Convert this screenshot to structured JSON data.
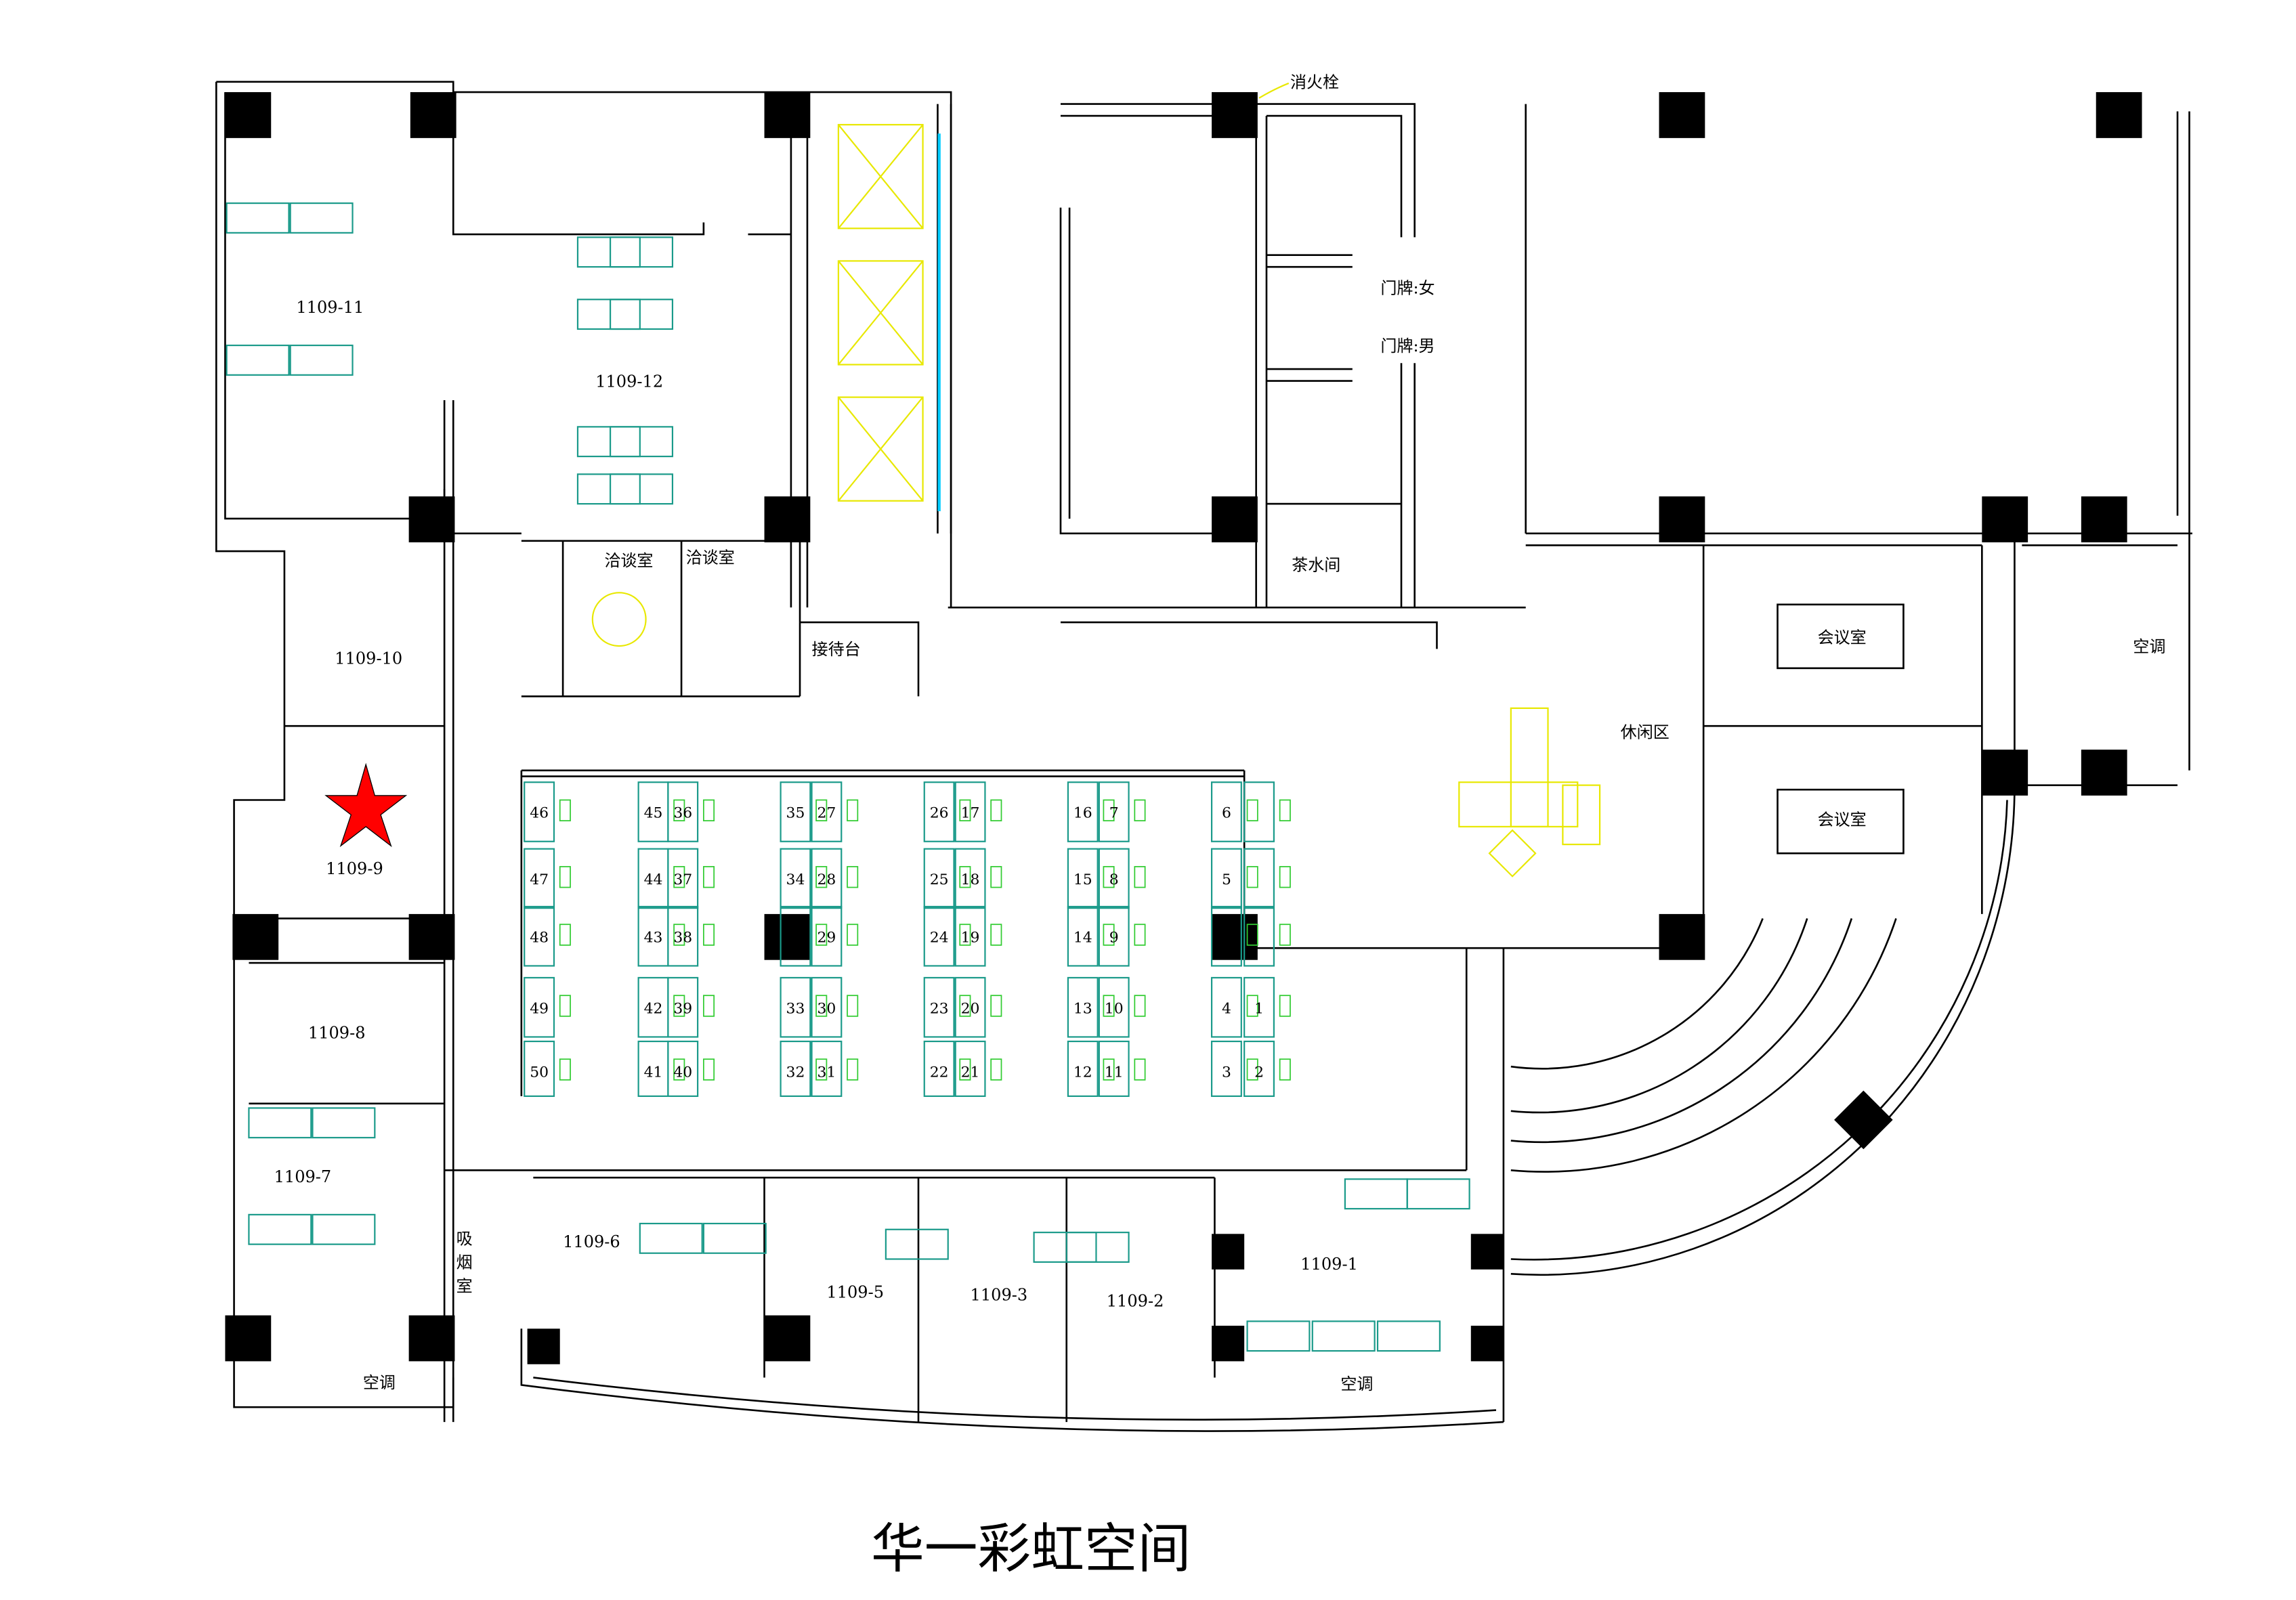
{
  "title": "华一彩虹空间",
  "colors": {
    "wall": "#000000",
    "desk": "#1a9a8a",
    "chair": "#33cc33",
    "furniture_yellow": "#e8e800",
    "star": "#ff0000",
    "door": "#ff6600"
  },
  "rooms": {
    "r1109_11": "1109-11",
    "r1109_12": "1109-12",
    "r1109_10": "1109-10",
    "r1109_9": "1109-9",
    "r1109_8": "1109-8",
    "r1109_7": "1109-7",
    "r1109_6": "1109-6",
    "r1109_5": "1109-5",
    "r1109_3": "1109-3",
    "r1109_2": "1109-2",
    "r1109_1": "1109-1",
    "meeting_1": "洽谈室",
    "meeting_2": "洽谈室",
    "reception": "接待台",
    "tea_room": "茶水间",
    "lounge": "休闲区",
    "conference_1": "会议室",
    "conference_2": "会议室",
    "smoking_1": "吸",
    "smoking_2": "烟",
    "smoking_3": "室",
    "ac_1": "空调",
    "ac_2": "空调",
    "ac_3": "空调"
  },
  "annotations": {
    "fire_hydrant": "消火栓",
    "sign_female": "门牌:女",
    "sign_male": "门牌:男"
  },
  "desk_numbers": [
    "46",
    "47",
    "48",
    "49",
    "50",
    "45",
    "44",
    "43",
    "42",
    "41",
    "36",
    "37",
    "38",
    "39",
    "40",
    "35",
    "34",
    "33",
    "32",
    "27",
    "28",
    "29",
    "30",
    "31",
    "26",
    "25",
    "24",
    "23",
    "22",
    "17",
    "18",
    "19",
    "20",
    "21",
    "16",
    "15",
    "14",
    "13",
    "12",
    "7",
    "8",
    "9",
    "10",
    "11",
    "6",
    "5",
    "4",
    "3",
    "1",
    "2"
  ],
  "marker": "red-star"
}
